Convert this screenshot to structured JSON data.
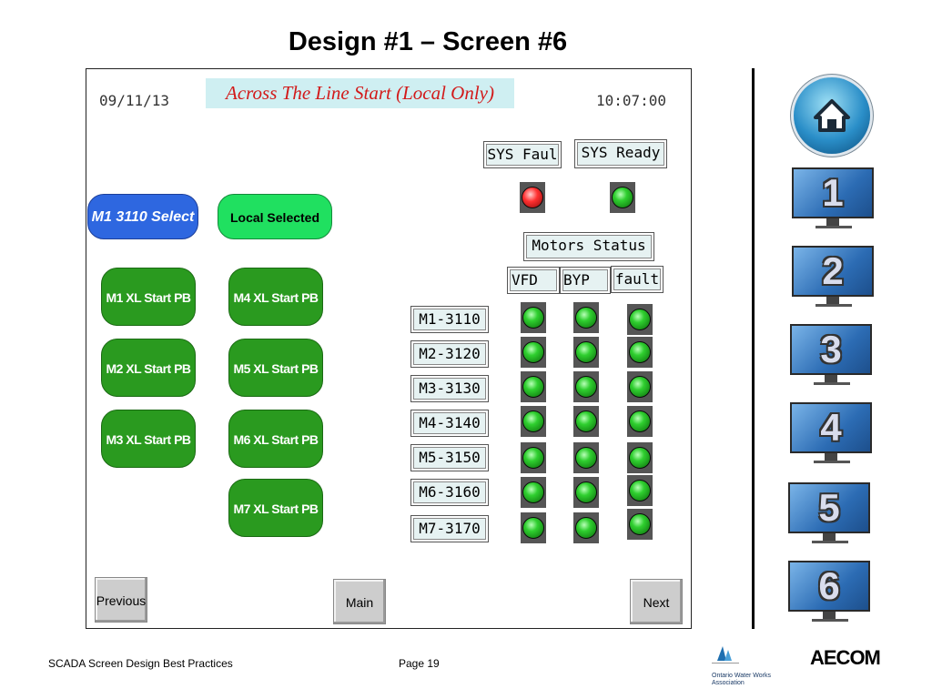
{
  "slide": {
    "title": "Design #1 – Screen #6",
    "footer_left": "SCADA Screen Design Best Practices",
    "footer_page": "Page 19",
    "logo_owwa_line1": "Ontario Water Works",
    "logo_owwa_line2": "Association",
    "logo_aecom": "AECOM"
  },
  "hmi": {
    "date": "09/11/13",
    "time": "10:07:00",
    "title": "Across The Line Start (Local Only)",
    "sys_fault_label": "SYS Faul",
    "sys_ready_label": "SYS Ready",
    "sys_fault_lamp": "red",
    "sys_ready_lamp": "green",
    "motors_status_label": "Motors Status",
    "col_vfd": "VFD",
    "col_byp": "BYP",
    "col_fault": "fault",
    "select_motor": "M1 3110 Select",
    "select_local": "Local Selected",
    "start_buttons": [
      "M1 XL Start PB",
      "M2 XL Start PB",
      "M3 XL Start PB",
      "M4 XL Start PB",
      "M5 XL Start PB",
      "M6 XL Start PB",
      "M7 XL Start PB"
    ],
    "motors": [
      "M1-3110",
      "M2-3120",
      "M3-3130",
      "M4-3140",
      "M5-3150",
      "M6-3160",
      "M7-3170"
    ],
    "nav": {
      "previous": "Previous",
      "main": "Main",
      "next": "Next"
    }
  },
  "screens_nav": {
    "home_icon": "home-icon",
    "screens": [
      "1",
      "2",
      "3",
      "4",
      "5",
      "6"
    ]
  },
  "colors": {
    "hmi_title_bg": "#cfeff2",
    "hmi_title_text": "#d21a1a",
    "start_pb": "#2a9a1f",
    "select_blue": "#2e67e0",
    "select_green": "#20e060"
  }
}
